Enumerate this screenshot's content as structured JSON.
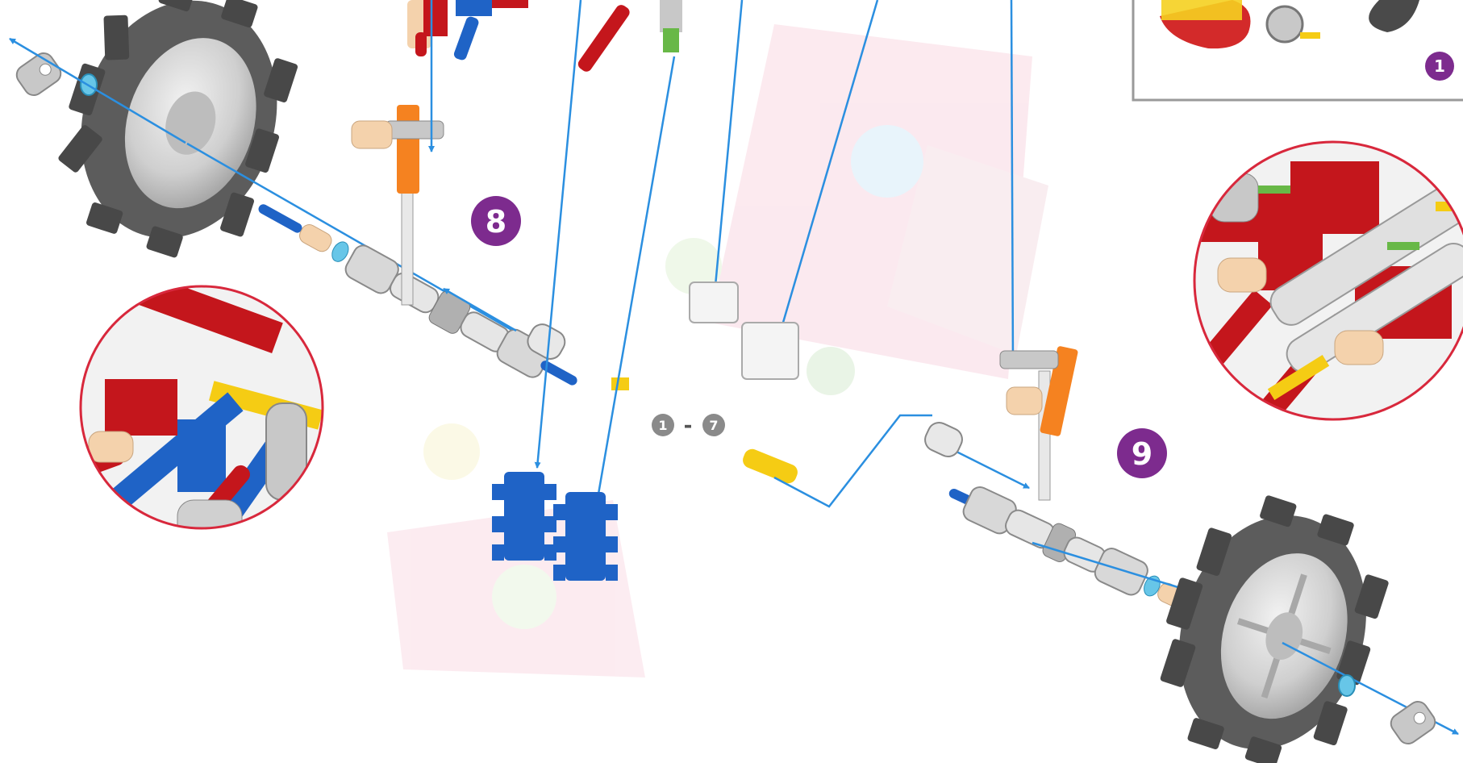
{
  "steps": {
    "step8": "8",
    "step9": "9",
    "inset_step": "1",
    "range_start": "1",
    "range_sep": "-",
    "range_end": "7"
  },
  "colors": {
    "arrow": "#2b8fe0",
    "step_badge": "#7d2b8e",
    "range_badge": "#8a8a8a",
    "callout_ring": "#d8283c",
    "tire": "#5c5c5c",
    "tire_tread": "#484848",
    "hub": "#c9c9c9",
    "connector_gray": "#c8c8c8",
    "rod_red": "#c4161c",
    "rod_blue": "#1f63c6",
    "rod_yellow": "#f5cc14",
    "part_orange": "#f58220",
    "part_tan": "#f4d2ac",
    "spacer_blue": "#67c6e8"
  },
  "icons": {
    "wheel": "wheel-icon",
    "axle": "axle-rod-icon",
    "connector": "connector-icon",
    "gear": "gear-connector-icon"
  }
}
